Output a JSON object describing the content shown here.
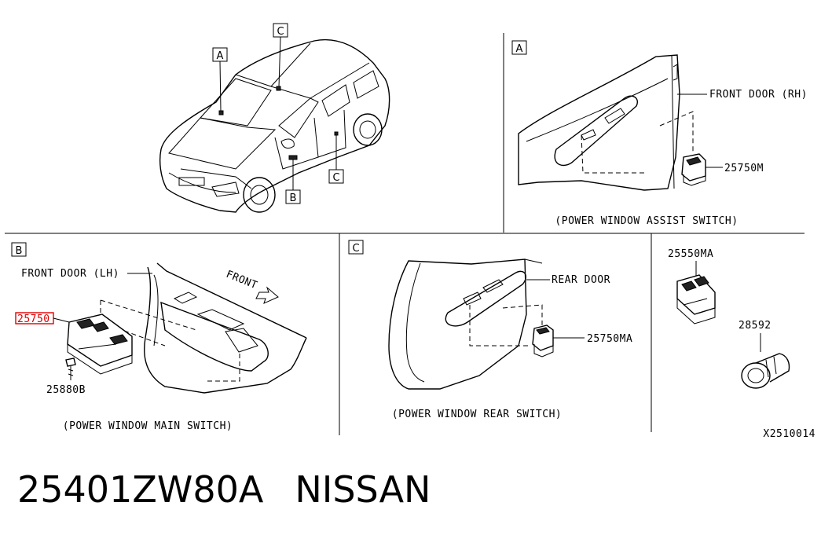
{
  "diagram": {
    "view_labels": [
      "A",
      "B",
      "C"
    ],
    "panel_a": {
      "box": "A",
      "door_label": "FRONT DOOR (RH)",
      "part": "25750M",
      "caption": "(POWER WINDOW ASSIST SWITCH)"
    },
    "panel_b": {
      "box": "B",
      "door_label": "FRONT DOOR (LH)",
      "direction": "FRONT",
      "part_highlight": "25750",
      "part_bolt": "25880B",
      "caption": "(POWER WINDOW MAIN SWITCH)"
    },
    "panel_c": {
      "box": "C",
      "door_label": "REAR DOOR",
      "part": "25750MA",
      "caption": "(POWER WINDOW REAR SWITCH)"
    },
    "panel_d": {
      "part_switch": "25550MA",
      "part_socket": "28592"
    },
    "drawing_code": "X2510014"
  },
  "footer": {
    "part_number": "25401ZW80A",
    "brand": "NISSAN"
  },
  "colors": {
    "highlight": "#e00000",
    "line": "#000000",
    "background": "#ffffff"
  }
}
